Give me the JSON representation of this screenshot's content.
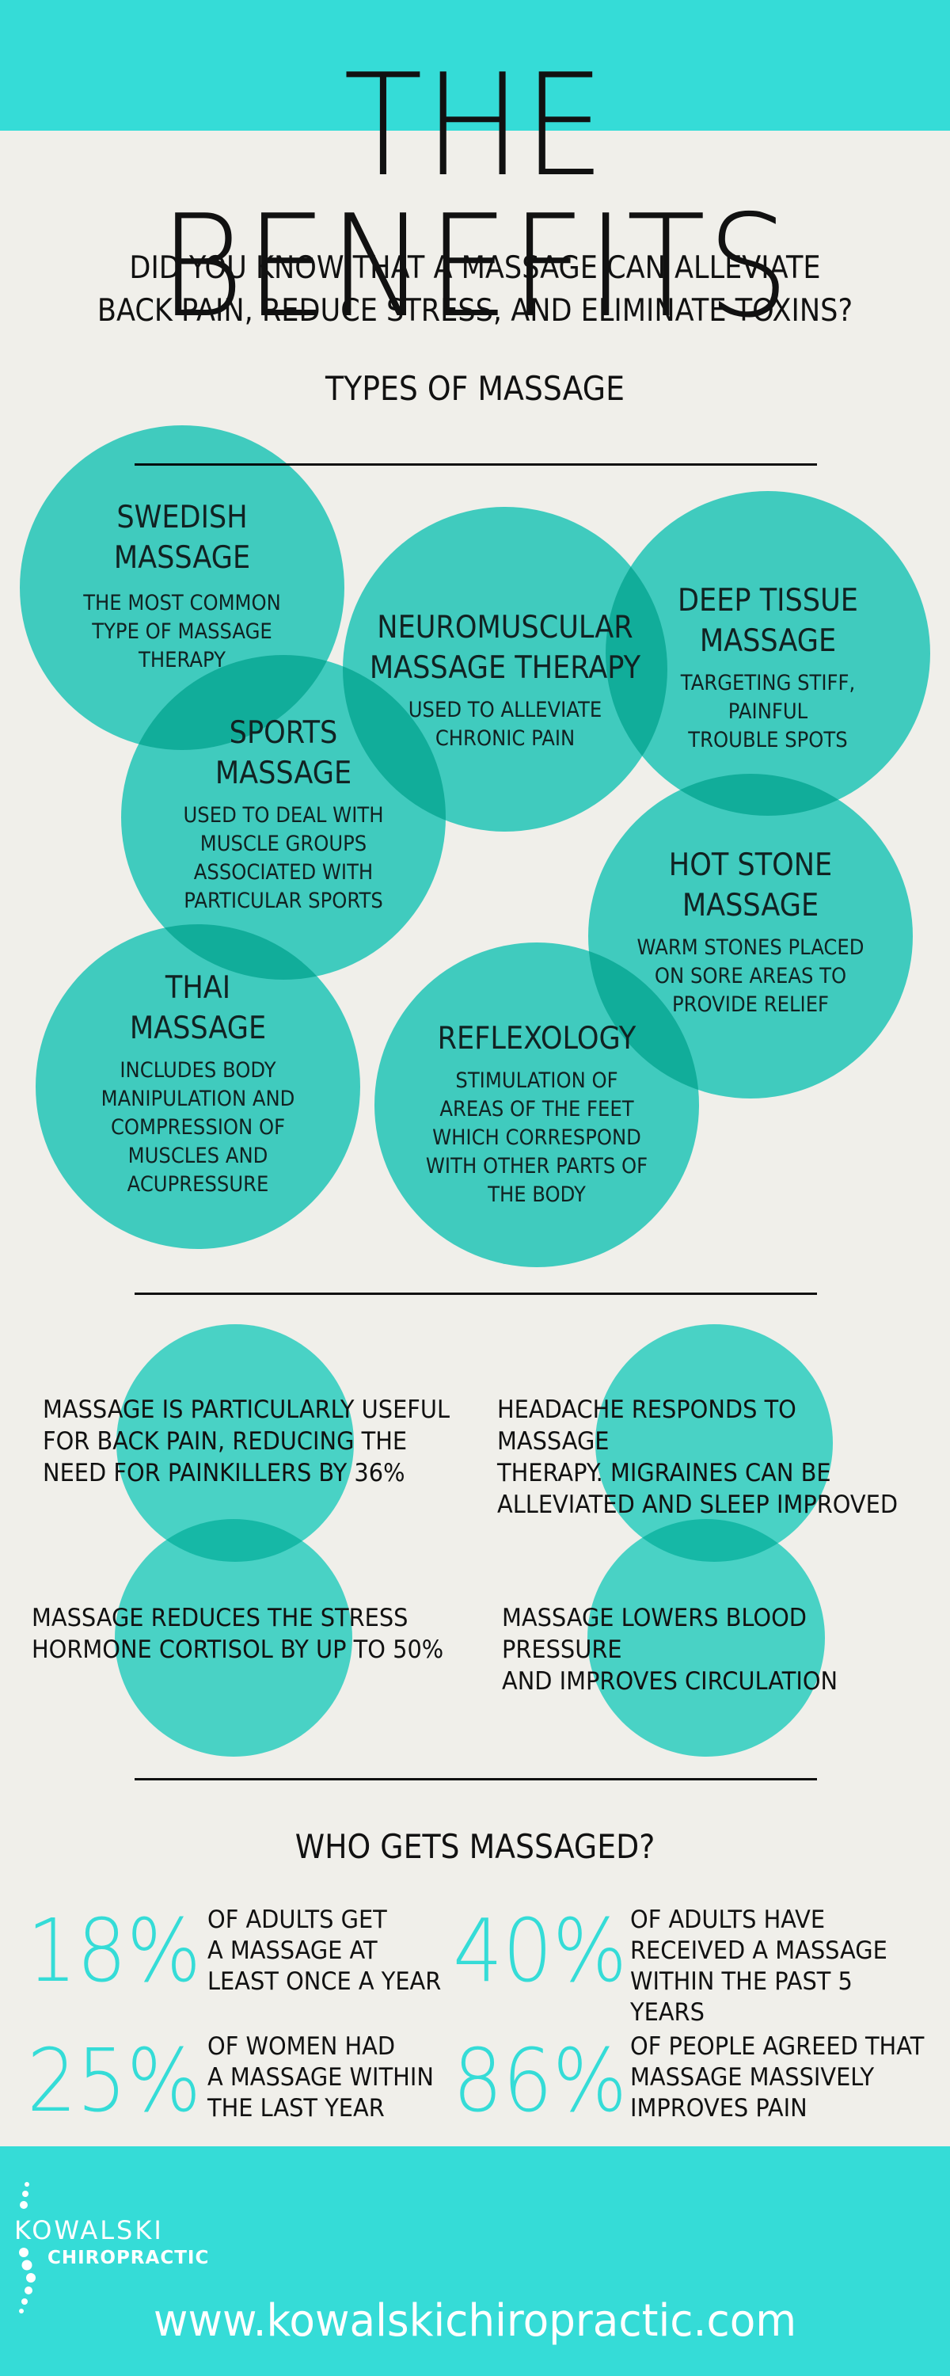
{
  "header": {
    "title": "THE BENEFITS"
  },
  "intro": {
    "line1": "DID YOU KNOW THAT A MASSAGE CAN ALLEVIATE",
    "line2": "BACK PAIN, REDUCE STRESS, AND ELIMINATE TOXINS?"
  },
  "types": {
    "heading": "TYPES OF MASSAGE",
    "items": [
      {
        "title": "SWEDISH\nMASSAGE",
        "desc": "THE MOST COMMON\nTYPE OF MASSAGE\nTHERAPY"
      },
      {
        "title": "NEUROMUSCULAR\nMASSAGE THERAPY",
        "desc": "USED TO ALLEVIATE\nCHRONIC PAIN"
      },
      {
        "title": "DEEP TISSUE\nMASSAGE",
        "desc": "TARGETING STIFF,\nPAINFUL\nTROUBLE SPOTS"
      },
      {
        "title": "SPORTS\nMASSAGE",
        "desc": "USED TO DEAL WITH\nMUSCLE GROUPS\nASSOCIATED WITH\nPARTICULAR SPORTS"
      },
      {
        "title": "HOT STONE\nMASSAGE",
        "desc": "WARM STONES PLACED\nON SORE AREAS TO\nPROVIDE RELIEF"
      },
      {
        "title": "THAI\nMASSAGE",
        "desc": "INCLUDES BODY\nMANIPULATION AND\nCOMPRESSION OF\nMUSCLES AND\nACUPRESSURE"
      },
      {
        "title": "REFLEXOLOGY",
        "desc": "STIMULATION OF\nAREAS OF THE FEET\nWHICH CORRESPOND\nWITH OTHER PARTS OF\nTHE BODY"
      }
    ]
  },
  "facts": [
    "MASSAGE IS PARTICULARLY USEFUL\nFOR BACK PAIN, REDUCING THE\nNEED FOR PAINKILLERS BY 36%",
    "HEADACHE RESPONDS TO MASSAGE\nTHERAPY. MIGRAINES CAN BE\nALLEVIATED AND SLEEP IMPROVED",
    "MASSAGE REDUCES THE STRESS\nHORMONE CORTISOL BY UP TO 50%",
    "MASSAGE LOWERS BLOOD PRESSURE\nAND IMPROVES CIRCULATION"
  ],
  "stats": {
    "heading": "WHO GETS MASSAGED?",
    "items": [
      {
        "value": "18%",
        "text": "OF ADULTS GET\nA MASSAGE AT\nLEAST ONCE A YEAR"
      },
      {
        "value": "40%",
        "text": "OF ADULTS HAVE\nRECEIVED A MASSAGE\nWITHIN THE PAST 5 YEARS"
      },
      {
        "value": "25%",
        "text": "OF WOMEN HAD\nA MASSAGE WITHIN\nTHE LAST YEAR"
      },
      {
        "value": "86%",
        "text": "OF PEOPLE AGREED THAT\nMASSAGE MASSIVELY\nIMPROVES PAIN"
      }
    ]
  },
  "footer": {
    "brand_line1": "KOWALSKI",
    "brand_line2": "CHIROPRACTIC",
    "url": "www.kowalskichiropractic.com"
  },
  "colors": {
    "accent": "#35dcd7",
    "circle": "#2ad4c8",
    "background": "#f0efea",
    "text": "#111111"
  }
}
